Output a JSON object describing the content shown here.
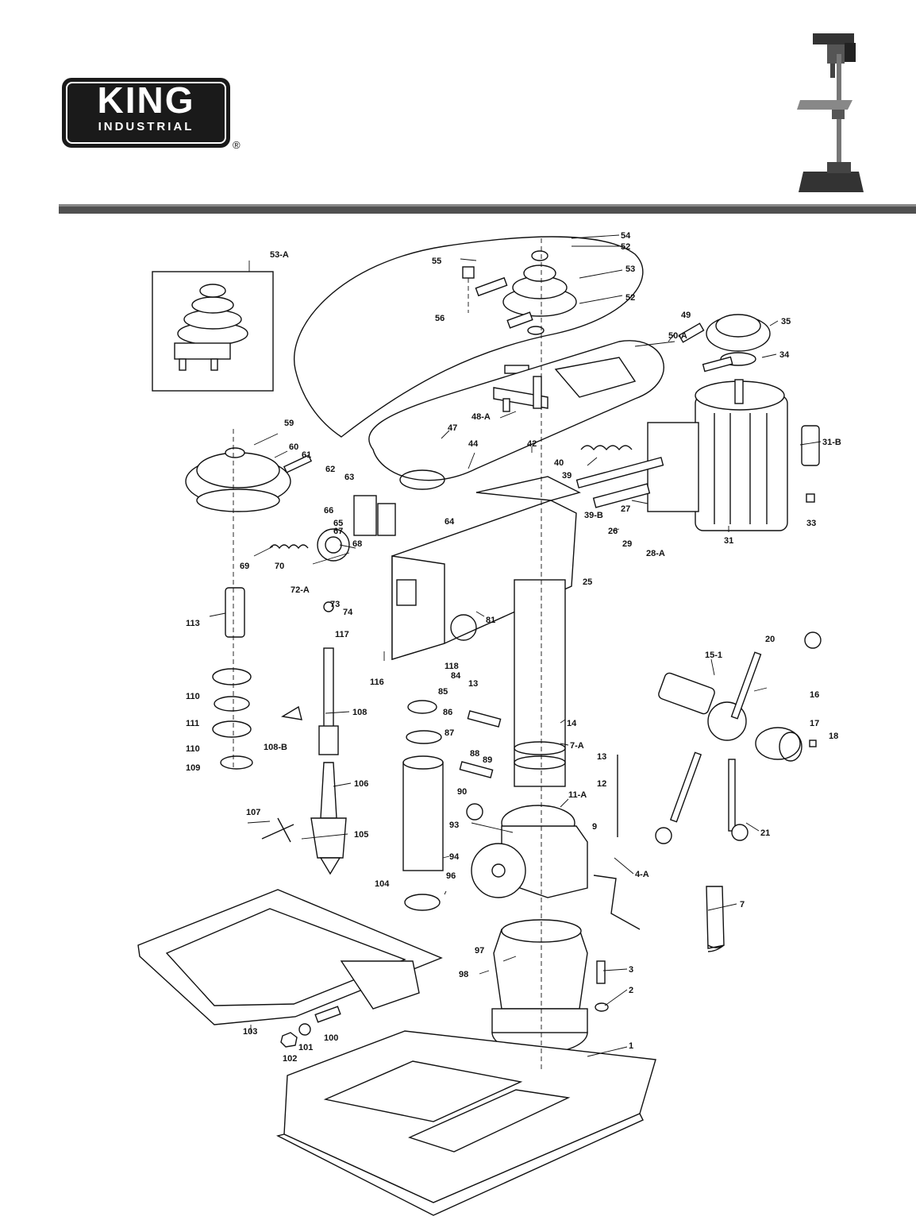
{
  "logo": {
    "word": "KING",
    "sub": "INDUSTRIAL",
    "registered": "®"
  },
  "colors": {
    "ink": "#111111",
    "rule": "#505050",
    "logo_bg": "#1a1a1a"
  },
  "diagram": {
    "inset_label": "53-A",
    "part_labels": [
      "54",
      "52",
      "55",
      "53",
      "52",
      "56",
      "49",
      "35",
      "50-A",
      "34",
      "48-A",
      "47",
      "44",
      "42",
      "59",
      "60",
      "61",
      "62",
      "63",
      "66",
      "65",
      "67",
      "68",
      "69",
      "70",
      "72-A",
      "73",
      "74",
      "40",
      "39",
      "39-B",
      "64",
      "27",
      "26",
      "29",
      "28-A",
      "25",
      "31",
      "33",
      "31-B",
      "113",
      "117",
      "81",
      "116",
      "118",
      "84",
      "13",
      "85",
      "86",
      "87",
      "88",
      "89",
      "90",
      "93",
      "94",
      "96",
      "14",
      "7-A",
      "11-A",
      "9",
      "4-A",
      "13",
      "12",
      "7",
      "110",
      "111",
      "110",
      "109",
      "108",
      "108-B",
      "106",
      "107",
      "105",
      "15-1",
      "20",
      "16",
      "17",
      "18",
      "21",
      "104",
      "103",
      "102",
      "101",
      "100",
      "97",
      "98",
      "3",
      "2",
      "1"
    ]
  }
}
